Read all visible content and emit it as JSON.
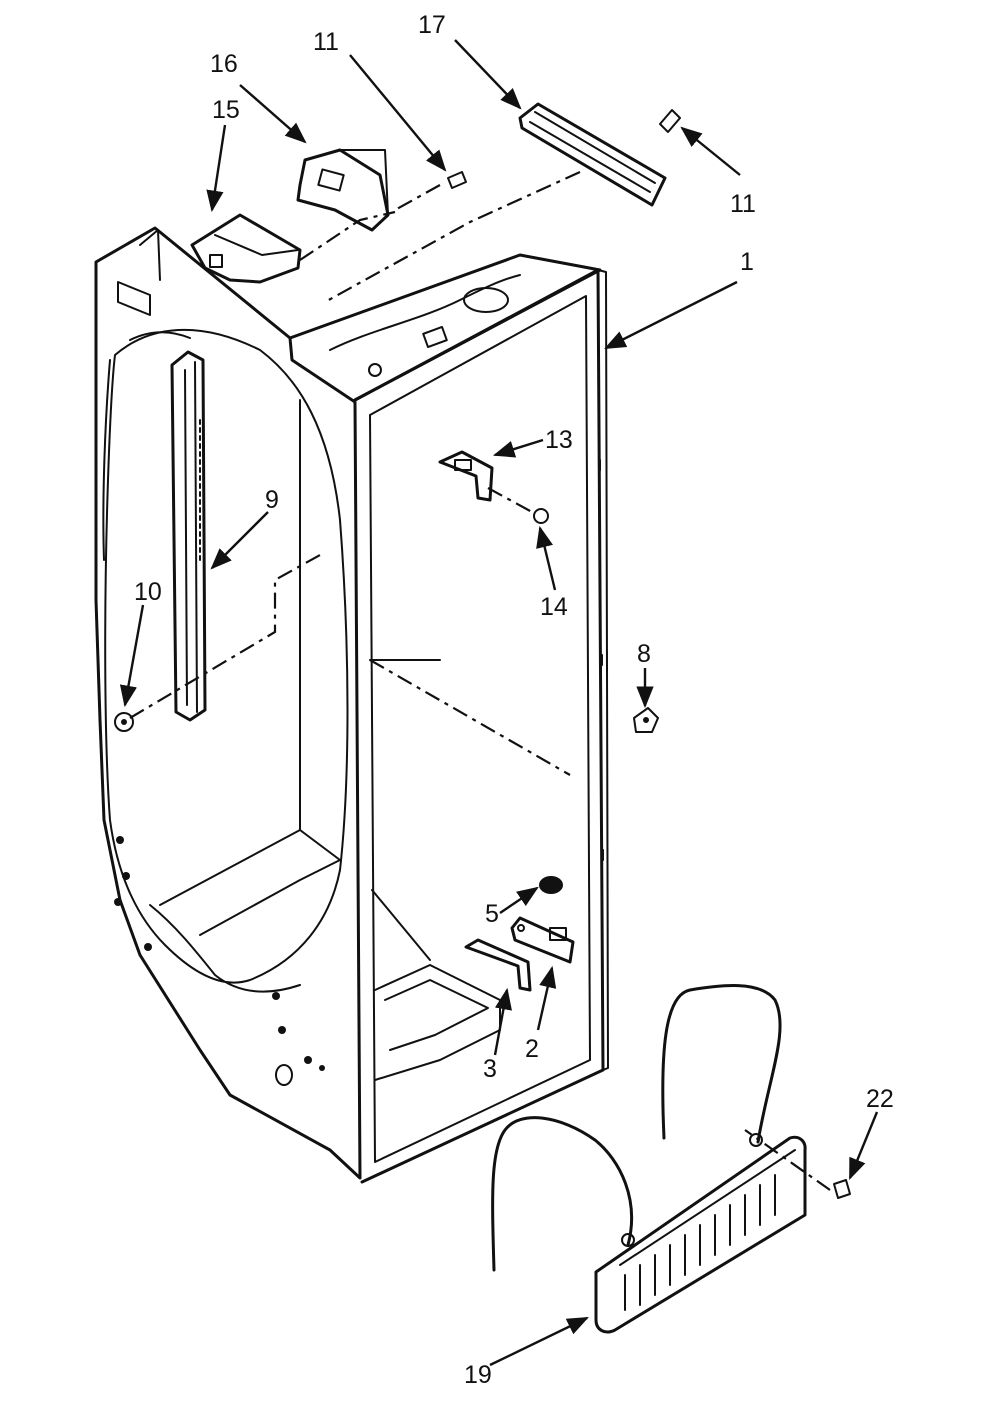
{
  "diagram": {
    "callouts": [
      {
        "id": "c1",
        "text": "1"
      },
      {
        "id": "c2",
        "text": "2"
      },
      {
        "id": "c3",
        "text": "3"
      },
      {
        "id": "c5",
        "text": "5"
      },
      {
        "id": "c8",
        "text": "8"
      },
      {
        "id": "c9",
        "text": "9"
      },
      {
        "id": "c10",
        "text": "10"
      },
      {
        "id": "c11a",
        "text": "11"
      },
      {
        "id": "c11b",
        "text": "11"
      },
      {
        "id": "c13",
        "text": "13"
      },
      {
        "id": "c14",
        "text": "14"
      },
      {
        "id": "c15",
        "text": "15"
      },
      {
        "id": "c16",
        "text": "16"
      },
      {
        "id": "c17",
        "text": "17"
      },
      {
        "id": "c19",
        "text": "19"
      },
      {
        "id": "c22",
        "text": "22"
      }
    ]
  }
}
